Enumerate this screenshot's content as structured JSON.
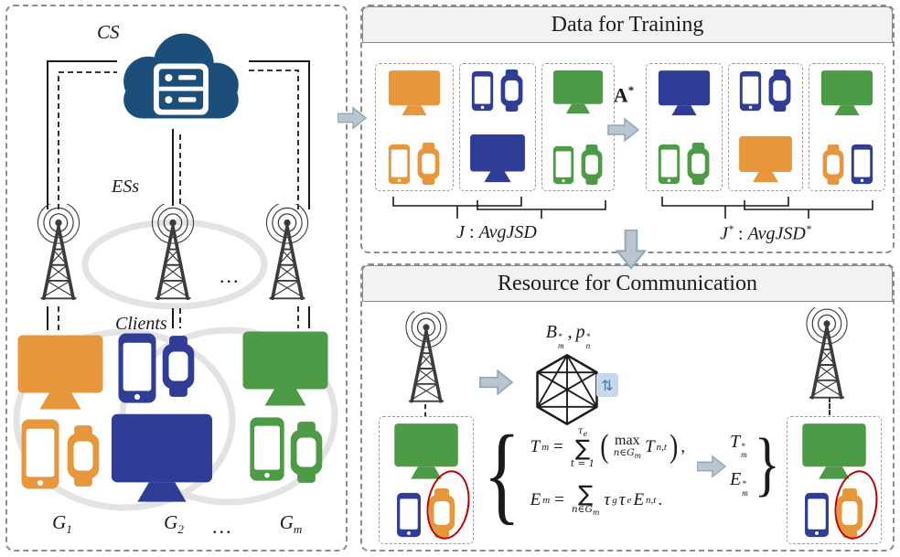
{
  "colors": {
    "orange": "#E8963C",
    "blue": "#2F3D96",
    "green": "#4E9B47",
    "navy": "#1B4E79",
    "panel_border": "#8C8C8C",
    "box_border": "#9A9A9A",
    "header_bg": "#F2F2F2",
    "header_border": "#8A8A8A",
    "arrow_fill": "#B9C6D2",
    "arrow_edge": "#90A5B5",
    "red": "#C00000",
    "ink": "#1A1A1A",
    "tower": "#3C3C3C",
    "swirl": "#E3E3E3",
    "swap_bg": "#C8D8EB",
    "swap_fg": "#4A76AC"
  },
  "left_panel": {
    "cs_label": "CS",
    "ess_label": "ESs",
    "clients_label": "Clients",
    "tower_dots": "...",
    "group_dots": "...",
    "g1": {
      "base": "G",
      "sub": "1"
    },
    "g2": {
      "base": "G",
      "sub": "2"
    },
    "gm": {
      "base": "G",
      "sub": "m"
    }
  },
  "training_panel": {
    "title": "Data for Training",
    "transform": {
      "base": "A",
      "sup": "*"
    },
    "left_metric": {
      "sym": "J",
      "sep": ":",
      "val": "AvgJSD"
    },
    "right_metric": {
      "sym": "J",
      "sym_sup": "*",
      "sep": ":",
      "val": "AvgJSD",
      "val_sup": "*"
    }
  },
  "comm_panel": {
    "title": "Resource for Communication",
    "bp": {
      "b": "B",
      "b_sup": "*",
      "b_sub": "m",
      "comma": ",",
      "p": "p",
      "p_sup": "*",
      "p_sub": "n"
    },
    "swap_glyph": "⇅",
    "brace_open": "{",
    "brace_close": "}",
    "f1": {
      "lhs": "T",
      "lhs_sub": "m",
      "eq": "=",
      "top_base": "τ",
      "top_sub": "e",
      "sigma": "∑",
      "bot": "t = 1",
      "lparen": "(",
      "op": "max",
      "lim_pre": "n∈",
      "lim_g": "G",
      "lim_g_sub": "m",
      "arg": "T",
      "arg_sub": "n,t",
      "rparen": ")",
      "tail": ","
    },
    "f2": {
      "lhs": "E",
      "lhs_sub": "m",
      "eq": "=",
      "sigma": "∑",
      "lim_pre": "n∈",
      "lim_g": "G",
      "lim_g_sub": "m",
      "tau1": "τ",
      "tau1_sub": "g",
      "tau2": "τ",
      "tau2_sub": "e",
      "arg": "E",
      "arg_sub": "n,t",
      "tail": "."
    },
    "out_t": {
      "base": "T",
      "sup": "*",
      "sub": "m"
    },
    "out_e": {
      "base": "E",
      "sup": "*",
      "sub": "m"
    }
  }
}
